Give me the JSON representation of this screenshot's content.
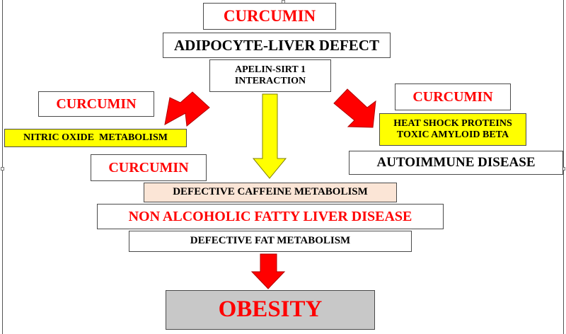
{
  "nodes": {
    "curcumin_top": "CURCUMIN",
    "adipocyte_liver_defect": "ADIPOCYTE-LIVER DEFECT",
    "apelin_sirt1_line1": "APELIN-SIRT 1",
    "apelin_sirt1_line2": "INTERACTION",
    "curcumin_left": "CURCUMIN",
    "nitric_oxide": "NITRIC OXIDE  METABOLISM",
    "curcumin_right": "CURCUMIN",
    "heat_shock_line1": "HEAT SHOCK PROTEINS",
    "heat_shock_line2": "TOXIC AMYLOID BETA",
    "autoimmune": "AUTOIMMUNE DISEASE",
    "curcumin_mid": "CURCUMIN",
    "defective_caffeine": "DEFECTIVE CAFFEINE METABOLISM",
    "nafld": "NON ALCOHOLIC FATTY LIVER DISEASE",
    "defective_fat": "DEFECTIVE FAT METABOLISM",
    "obesity": "OBESITY"
  },
  "colors": {
    "curcumin_text": "#ff0000",
    "highlight_yellow": "#ffff00",
    "caffeine_fill": "#fbe5d6",
    "obesity_fill": "#c8c8c8",
    "arrow_red": "#ff0000",
    "arrow_yellow": "#ffff00"
  }
}
